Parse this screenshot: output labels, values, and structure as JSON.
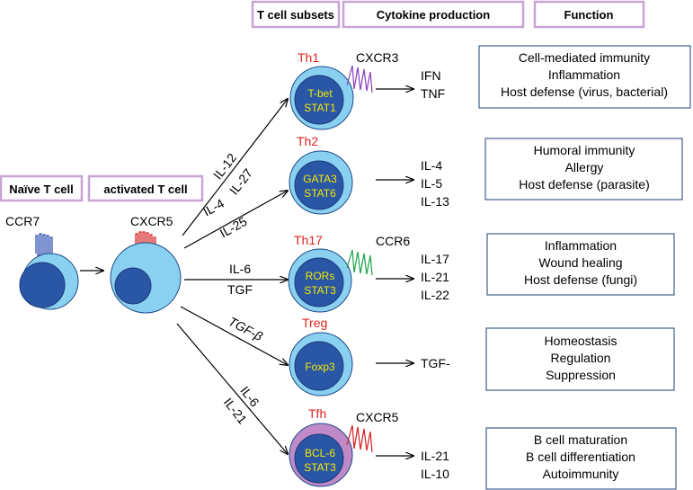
{
  "headers": {
    "tcell_subsets": "T cell subsets",
    "cytokine_production": "Cytokine production",
    "function": "Function",
    "naive": "Naïve T cell",
    "activated": "activated T cell"
  },
  "naive_cell": {
    "receptor": "CCR7",
    "receptor_color": "#2a4db0"
  },
  "activated_cell": {
    "receptor": "CXCR5",
    "receptor_color": "#d42020"
  },
  "subsets": [
    {
      "name": "Th1",
      "tf_line1": "T-bet",
      "tf_line2": "STAT1",
      "receptor": "CXCR3",
      "receptor_color": "#8a3fbf",
      "inducers": [
        "IL-12",
        "IL-27"
      ],
      "cytokines": [
        "IFN",
        "TNF"
      ],
      "functions": [
        "Cell-mediated immunity",
        "Inflammation",
        "Host defense (virus, bacterial)"
      ]
    },
    {
      "name": "Th2",
      "tf_line1": "GATA3",
      "tf_line2": "STAT6",
      "receptor": "",
      "inducers": [
        "IL-4",
        "IL-25"
      ],
      "cytokines": [
        "IL-4",
        "IL-5",
        "IL-13"
      ],
      "functions": [
        "Humoral immunity",
        "Allergy",
        "Host defense (parasite)"
      ]
    },
    {
      "name": "Th17",
      "tf_line1": "RORs",
      "tf_line2": "STAT3",
      "receptor": "CCR6",
      "receptor_color": "#1aa34a",
      "inducers": [
        "IL-6",
        "TGF"
      ],
      "cytokines": [
        "IL-17",
        "IL-21",
        "IL-22"
      ],
      "functions": [
        "Inflammation",
        "Wound healing",
        "Host defense (fungi)"
      ]
    },
    {
      "name": "Treg",
      "tf_line1": "Foxp3",
      "tf_line2": "",
      "receptor": "",
      "inducers": [
        "TGF-β"
      ],
      "cytokines": [
        "TGF-"
      ],
      "functions": [
        "Homeostasis",
        "Regulation",
        "Suppression"
      ]
    },
    {
      "name": "Tfh",
      "tf_line1": "BCL-6",
      "tf_line2": "STAT3",
      "receptor": "CXCR5",
      "receptor_color": "#d42020",
      "inducers": [
        "IL-6",
        "IL-21"
      ],
      "cytokines": [
        "IL-21",
        "IL-10"
      ],
      "functions": [
        "B cell maturation",
        "B cell differentiation",
        "Autoimmunity"
      ]
    }
  ],
  "colors": {
    "cell_outer": "#8ad0f0",
    "cell_inner": "#2a56a6",
    "tfh_outer": "#c08ac8",
    "subset_name": "#e0241d",
    "tf_text": "#f4e900",
    "header_border": "#c9a3d6",
    "function_border": "#3f5f8f"
  }
}
